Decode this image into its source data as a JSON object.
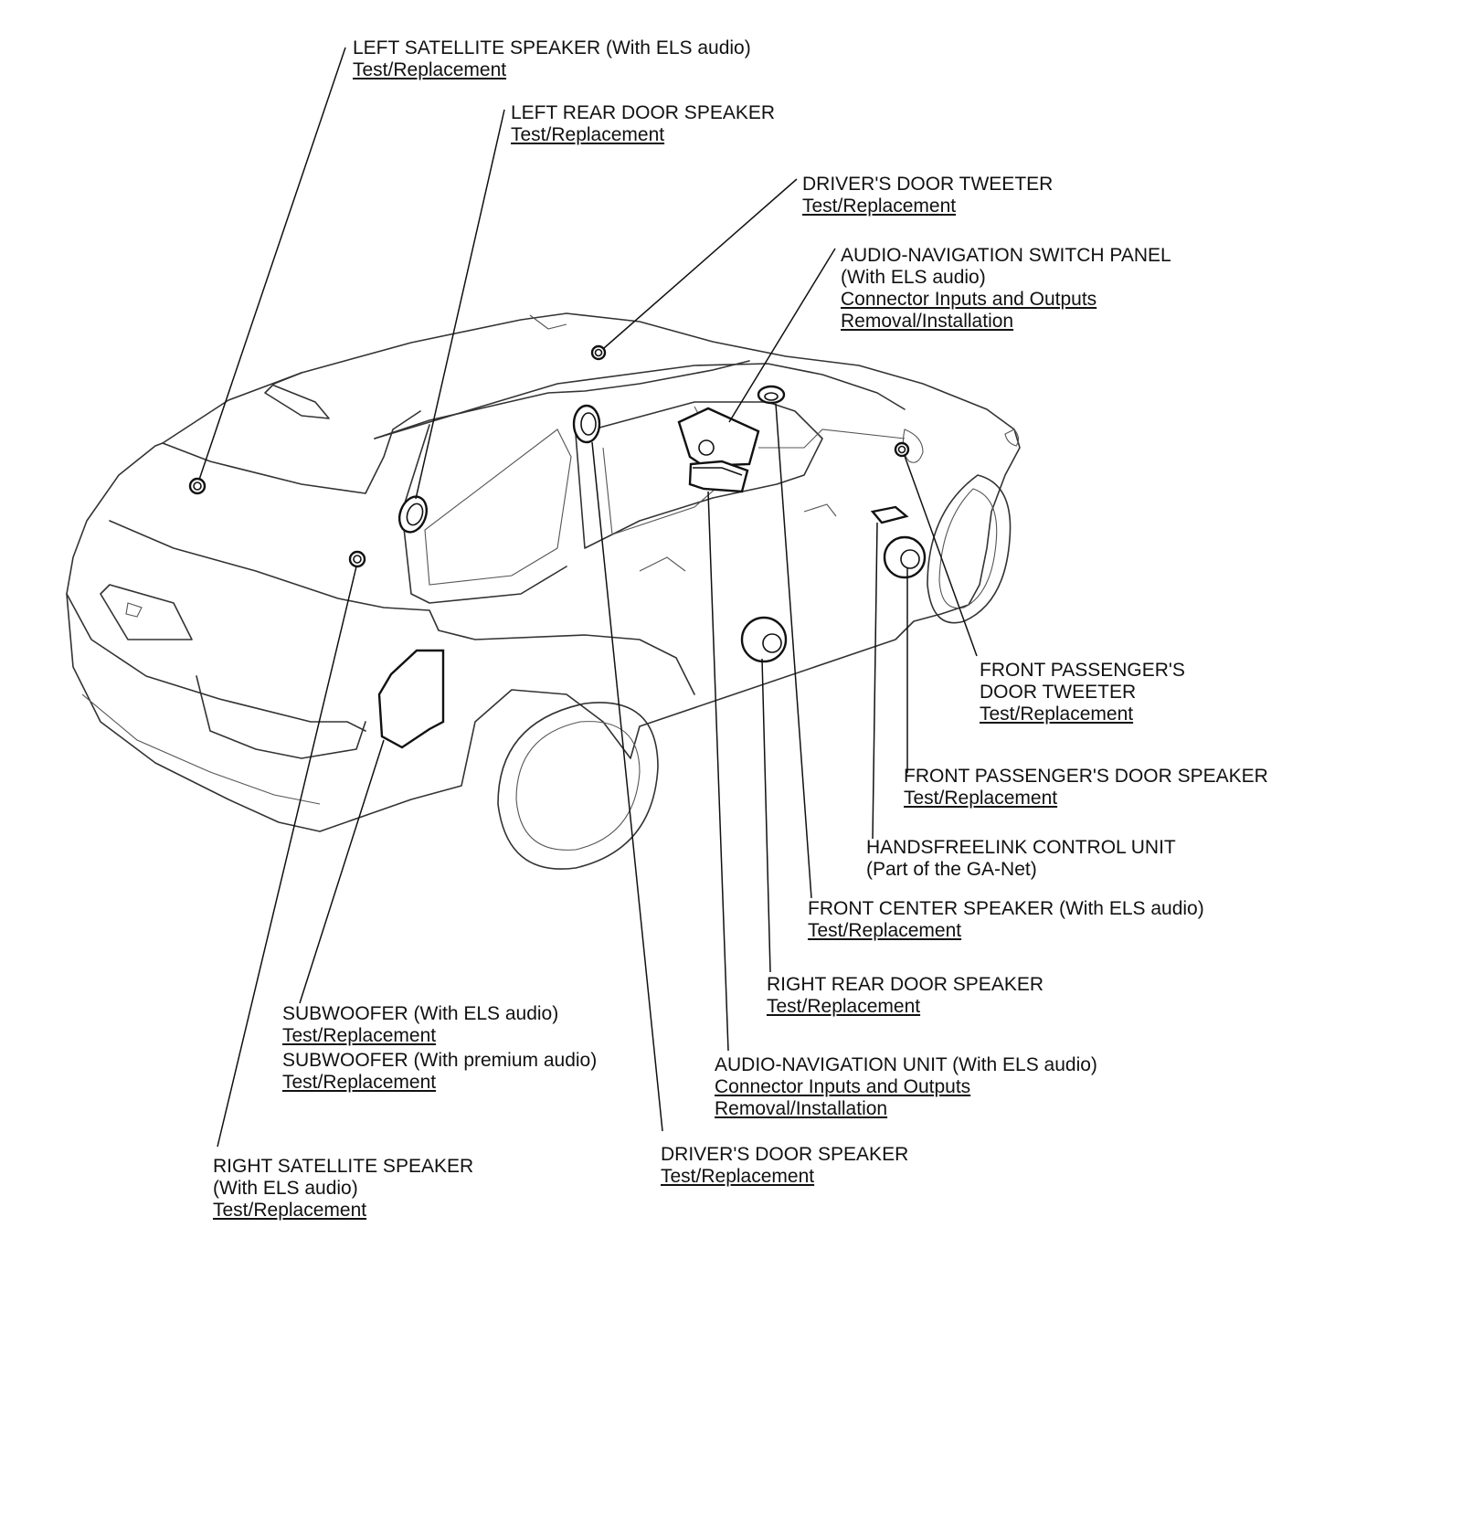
{
  "callouts": {
    "left_satellite": {
      "title": "LEFT SATELLITE SPEAKER (With ELS audio)",
      "links": [
        "Test/Replacement"
      ]
    },
    "left_rear_door": {
      "title": "LEFT REAR DOOR SPEAKER",
      "links": [
        "Test/Replacement"
      ]
    },
    "driver_tweeter": {
      "title": "DRIVER'S DOOR TWEETER",
      "links": [
        "Test/Replacement"
      ]
    },
    "switch_panel": {
      "title": "AUDIO-NAVIGATION SWITCH PANEL",
      "subtitle": "(With ELS audio)",
      "links": [
        "Connector Inputs and Outputs",
        "Removal/Installation"
      ]
    },
    "fp_tweeter": {
      "title": "FRONT PASSENGER'S",
      "title2": "DOOR TWEETER",
      "links": [
        "Test/Replacement"
      ]
    },
    "fp_speaker": {
      "title": "FRONT PASSENGER'S DOOR SPEAKER",
      "links": [
        "Test/Replacement"
      ]
    },
    "hfl_unit": {
      "title": "HANDSFREELINK CONTROL UNIT",
      "subtitle": "(Part of the GA-Net)"
    },
    "front_center": {
      "title": "FRONT CENTER SPEAKER (With ELS audio)",
      "links": [
        "Test/Replacement"
      ]
    },
    "right_rear_door": {
      "title": "RIGHT REAR DOOR SPEAKER",
      "links": [
        "Test/Replacement"
      ]
    },
    "subwoofer": {
      "title": "SUBWOOFER (With ELS audio)",
      "links": [
        "Test/Replacement"
      ],
      "title2": "SUBWOOFER (With premium audio)",
      "links2": [
        "Test/Replacement"
      ]
    },
    "audio_nav_unit": {
      "title": "AUDIO-NAVIGATION UNIT (With ELS audio)",
      "links": [
        "Connector Inputs and Outputs",
        "Removal/Installation"
      ]
    },
    "driver_speaker": {
      "title": "DRIVER'S DOOR SPEAKER",
      "links": [
        "Test/Replacement"
      ]
    },
    "right_satellite": {
      "title": "RIGHT SATELLITE SPEAKER",
      "subtitle": "(With ELS audio)",
      "links": [
        "Test/Replacement"
      ]
    }
  }
}
